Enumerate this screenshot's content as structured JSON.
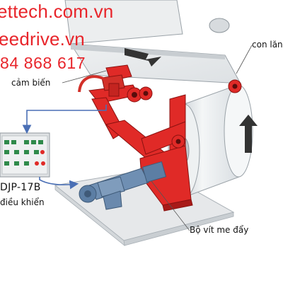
{
  "watermark": {
    "line1": "ettech.com.vn",
    "line2": "eedrive.vn",
    "line3": "84 868 617"
  },
  "labels": {
    "roller": "con lăn",
    "sensor": "cảm biến",
    "controller_model": "DJP-17B",
    "controller": "điều khiển",
    "screw": "Bộ vít me đẩy"
  },
  "colors": {
    "frame_red": "#e02a27",
    "watermark_red": "#e8252b",
    "callout_blue": "#4a6fb5",
    "roll_paper": "#e9ecee",
    "base_plate": "#e6e8ea",
    "controller_body": "#dfe2e4"
  }
}
